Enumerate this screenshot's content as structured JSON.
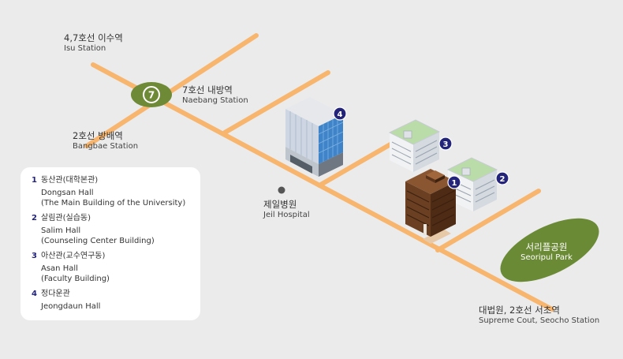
{
  "stations": {
    "isu": {
      "ko": "4,7호선 이수역",
      "en": "Isu Station"
    },
    "naebang": {
      "ko": "7호선 내방역",
      "en": "Naebang Station"
    },
    "bangbae": {
      "ko": "2호선 방배역",
      "en": "Bangbae Station"
    },
    "seocho": {
      "ko": "대법원, 2호선 서초역",
      "en": "Supreme Cout, Seocho Station"
    }
  },
  "line7_badge": "7",
  "hospital": {
    "ko": "제일병원",
    "en": "Jeil Hospital"
  },
  "park": {
    "ko": "서리플공원",
    "en": "Seoripul Park"
  },
  "building_numbers": [
    "1",
    "2",
    "3",
    "4"
  ],
  "legend": [
    {
      "num": "1",
      "ko": "동산관(대학본관)",
      "en": "Dongsan Hall",
      "detail": "(The Main Building of the University)"
    },
    {
      "num": "2",
      "ko": "살림관(실습동)",
      "en": "Salim Hall",
      "detail": "(Counseling Center Building)"
    },
    {
      "num": "3",
      "ko": "아산관(교수연구동)",
      "en": "Asan Hall",
      "detail": "(Faculty Building)"
    },
    {
      "num": "4",
      "ko": "정다운관",
      "en": "Jeongdaun Hall",
      "detail": ""
    }
  ],
  "colors": {
    "background": "#ebebeb",
    "road": "#f7b56e",
    "station_circle": "#6f8a37",
    "park": "#6b8a35",
    "marker": "#23237a",
    "hospital_dot": "#555555"
  }
}
